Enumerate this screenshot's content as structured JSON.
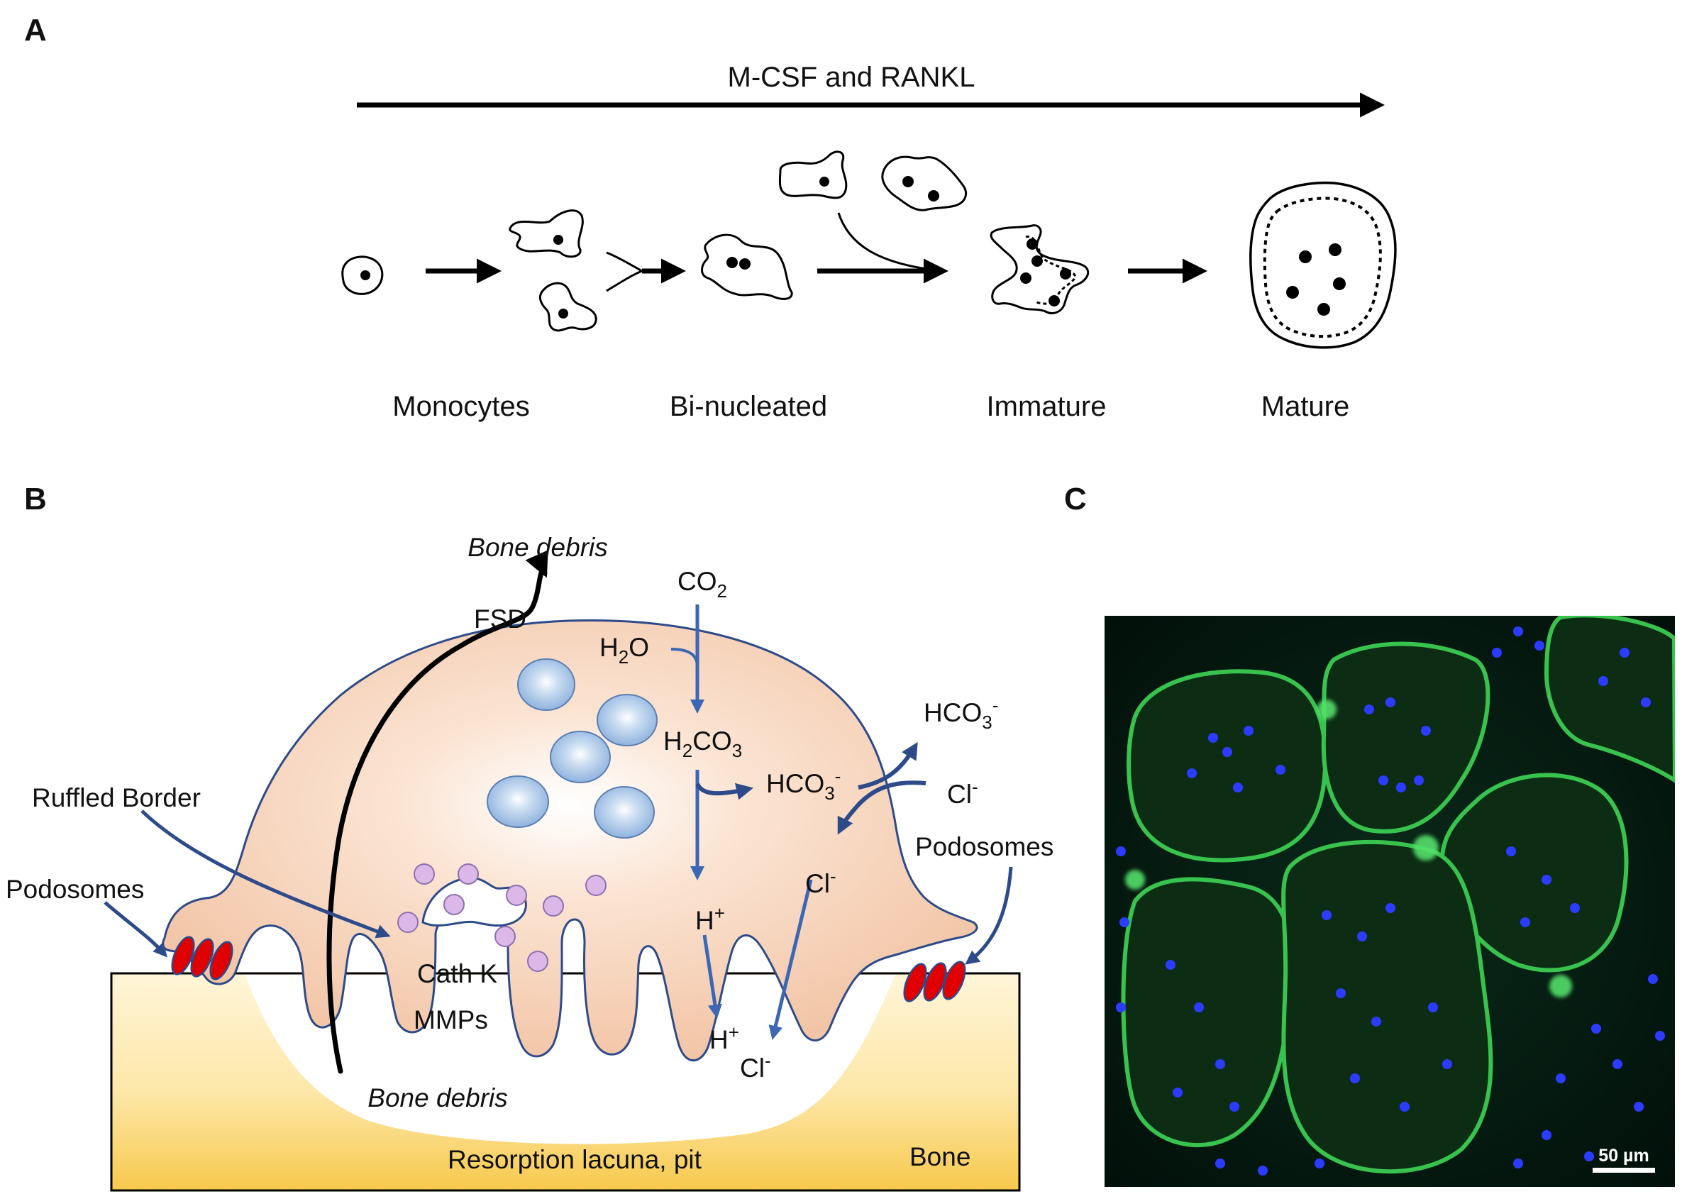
{
  "panels": {
    "a": "A",
    "b": "B",
    "c": "C"
  },
  "panel_a": {
    "top_arrow_label": "M-CSF and RANKL",
    "stages": [
      "Monocytes",
      "Bi-nucleated",
      "Immature",
      "Mature"
    ]
  },
  "panel_b": {
    "bone_debris_top": "Bone debris",
    "bone_debris_bottom": "Bone debris",
    "fsd": "FSD",
    "co2": {
      "base": "CO",
      "sub": "2"
    },
    "h2o": {
      "a": "H",
      "sub": "2",
      "b": "O"
    },
    "h2co3": {
      "a": "H",
      "sub1": "2",
      "b": "CO",
      "sub2": "3"
    },
    "hco3_inner": {
      "base": "HCO",
      "sub": "3",
      "sup": "-"
    },
    "hco3_outer": {
      "base": "HCO",
      "sub": "3",
      "sup": "-"
    },
    "cl_outer": {
      "base": "Cl",
      "sup": "-"
    },
    "cl_inner": {
      "base": "Cl",
      "sup": "-"
    },
    "cl_lacuna": {
      "base": "Cl",
      "sup": "-"
    },
    "h_inner": {
      "base": "H",
      "sup": "+"
    },
    "h_lacuna": {
      "base": "H",
      "sup": "+"
    },
    "ruffled_border": "Ruffled Border",
    "podosomes_left": "Podosomes",
    "podosomes_right": "Podosomes",
    "cath_k": "Cath K",
    "mmps": "MMPs",
    "resorption": "Resorption lacuna, pit",
    "bone": "Bone"
  },
  "panel_c": {
    "scale_bar": "50 µm"
  },
  "colors": {
    "arrow_blue": "#3b67b4",
    "cell_outline": "#2d4a8a",
    "cell_fill": "#f4cbb0",
    "bone_fill": "#fbe6a6",
    "podosome_red": "#e00000",
    "vesicle_blue": "#9fc0e6",
    "vesicle_pink": "#dcb8e8",
    "micro_green": "#34c24a",
    "micro_nucleus": "#2b3cff"
  }
}
